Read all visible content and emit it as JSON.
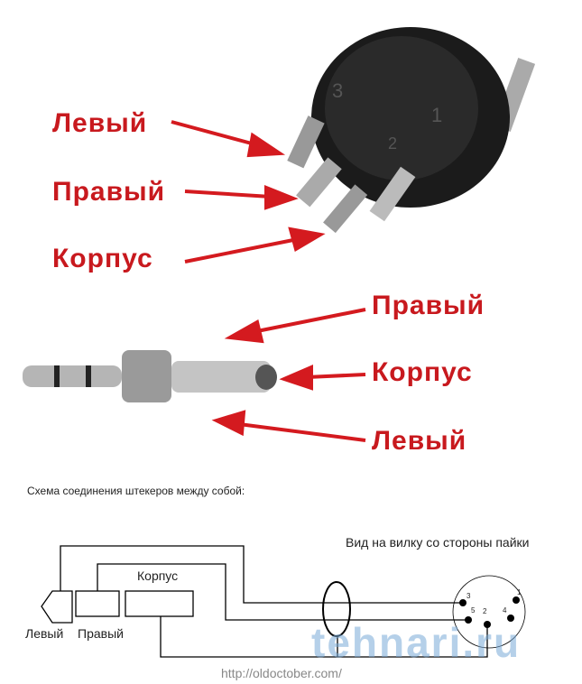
{
  "photo_din": {
    "labels": [
      "Левый",
      "Правый",
      "Корпус"
    ],
    "pins": [
      "3",
      "1",
      "2"
    ]
  },
  "photo_jack": {
    "labels": [
      "Правый",
      "Корпус",
      "Левый"
    ]
  },
  "schema": {
    "caption": "Схема соединения штекеров между собой:",
    "view_label": "Вид на вилку со стороны пайки",
    "body_label": "Корпус",
    "left_label": "Левый",
    "right_label": "Правый",
    "pins": [
      "1",
      "2",
      "3",
      "4",
      "5"
    ],
    "watermark": "tehnari.ru",
    "url": "http://oldoctober.com/"
  }
}
